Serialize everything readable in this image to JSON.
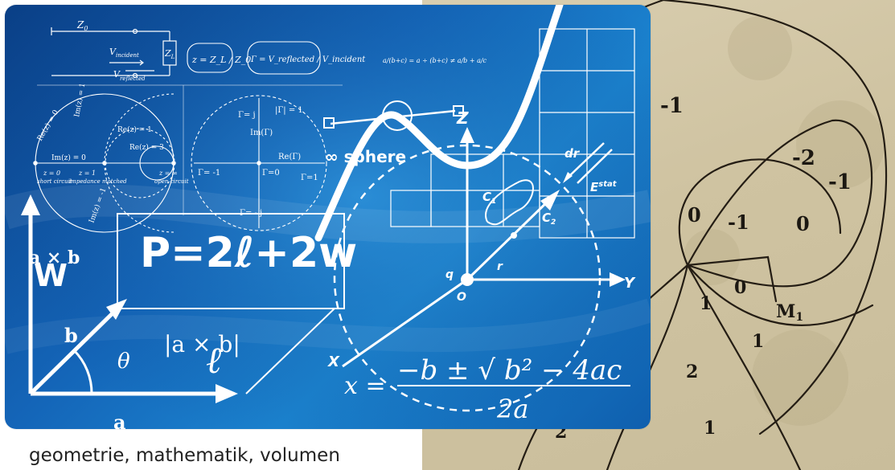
{
  "caption": "geometrie, mathematik, volumen",
  "poster": {
    "transmission_line": {
      "z0": "Z",
      "z0_sub": "0",
      "zl": "Z",
      "zl_sub": "L",
      "v_incident": "V",
      "v_incident_sub": "incident",
      "v_reflected": "V",
      "v_reflected_sub": "reflected"
    },
    "impedance_formula": "z = Z_L / Z_0",
    "gamma_formula": "Γ = V_reflected / V_incident",
    "fraction_identity": "a/(b+c) = a ÷ (b+c) ≠ a/b + a/c",
    "smith_left": {
      "re0": "Re(z) = 0",
      "im1": "Im(z) = 1",
      "re1": "Re(z) = 1",
      "re3": "Re(z) = 3",
      "im0": "Im(z) = 0",
      "imneg1": "Im(z) = -1",
      "short": "z = 0",
      "short_label": "short circuit",
      "matched": "z = 1",
      "matched_label": "impedance matched",
      "open": "z = ∞",
      "open_label": "open circuit"
    },
    "smith_right": {
      "gamma_j": "Γ= j",
      "gamma_abs": "|Γ| = 1",
      "im_gamma": "Im(Γ)",
      "re_gamma": "Re(Γ)",
      "gamma_neg1": "Γ= -1",
      "gamma_0": "Γ=0",
      "gamma_1": "Γ=1",
      "gamma_negj": "Γ= - j"
    },
    "sphere": {
      "infinity_sphere": "∞ sphere",
      "z_axis": "Z",
      "y_axis": "Y",
      "x_axis": "X",
      "origin": "O",
      "charge": "q",
      "c1": "C",
      "c1_sub": "1",
      "c2": "C",
      "c2_sub": "2",
      "r_vec": "r",
      "dr": "dr",
      "e_stat": "E",
      "e_stat_sub": "stat"
    },
    "cross_product": {
      "axb": "a × b",
      "abs_axb": "|a × b|",
      "a": "a",
      "b": "b",
      "theta": "θ",
      "w": "W",
      "ell": "ℓ"
    },
    "perimeter": "P=2ℓ+2w",
    "quadratic": {
      "x_eq": "x =",
      "numerator": "−b ± √ b² − 4ac",
      "denominator": "2a"
    }
  },
  "scan": {
    "labels": [
      "-1",
      "-2",
      "-1",
      "0",
      "-1",
      "0",
      "1",
      "0",
      "M",
      "1",
      "2",
      "1",
      "2"
    ],
    "m_sub": "1"
  }
}
